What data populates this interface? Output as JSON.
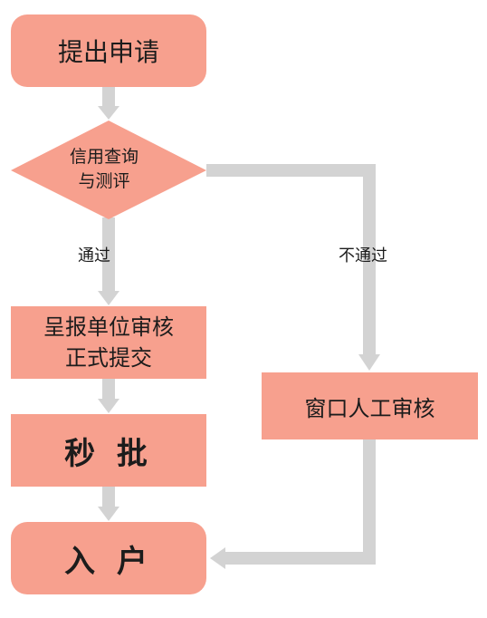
{
  "diagram": {
    "colors": {
      "node_fill": "#f7a08e",
      "connector": "#d3d3d3",
      "text": "#1c1c1c"
    },
    "nodes": {
      "submit": "提出申请",
      "credit_line1": "信用查询",
      "credit_line2": "与测评",
      "report_line1": "呈报单位审核",
      "report_line2": "正式提交",
      "instant": "秒 批",
      "account": "入 户",
      "manual": "窗口人工审核"
    },
    "edges": {
      "pass": "通过",
      "fail": "不通过"
    }
  }
}
